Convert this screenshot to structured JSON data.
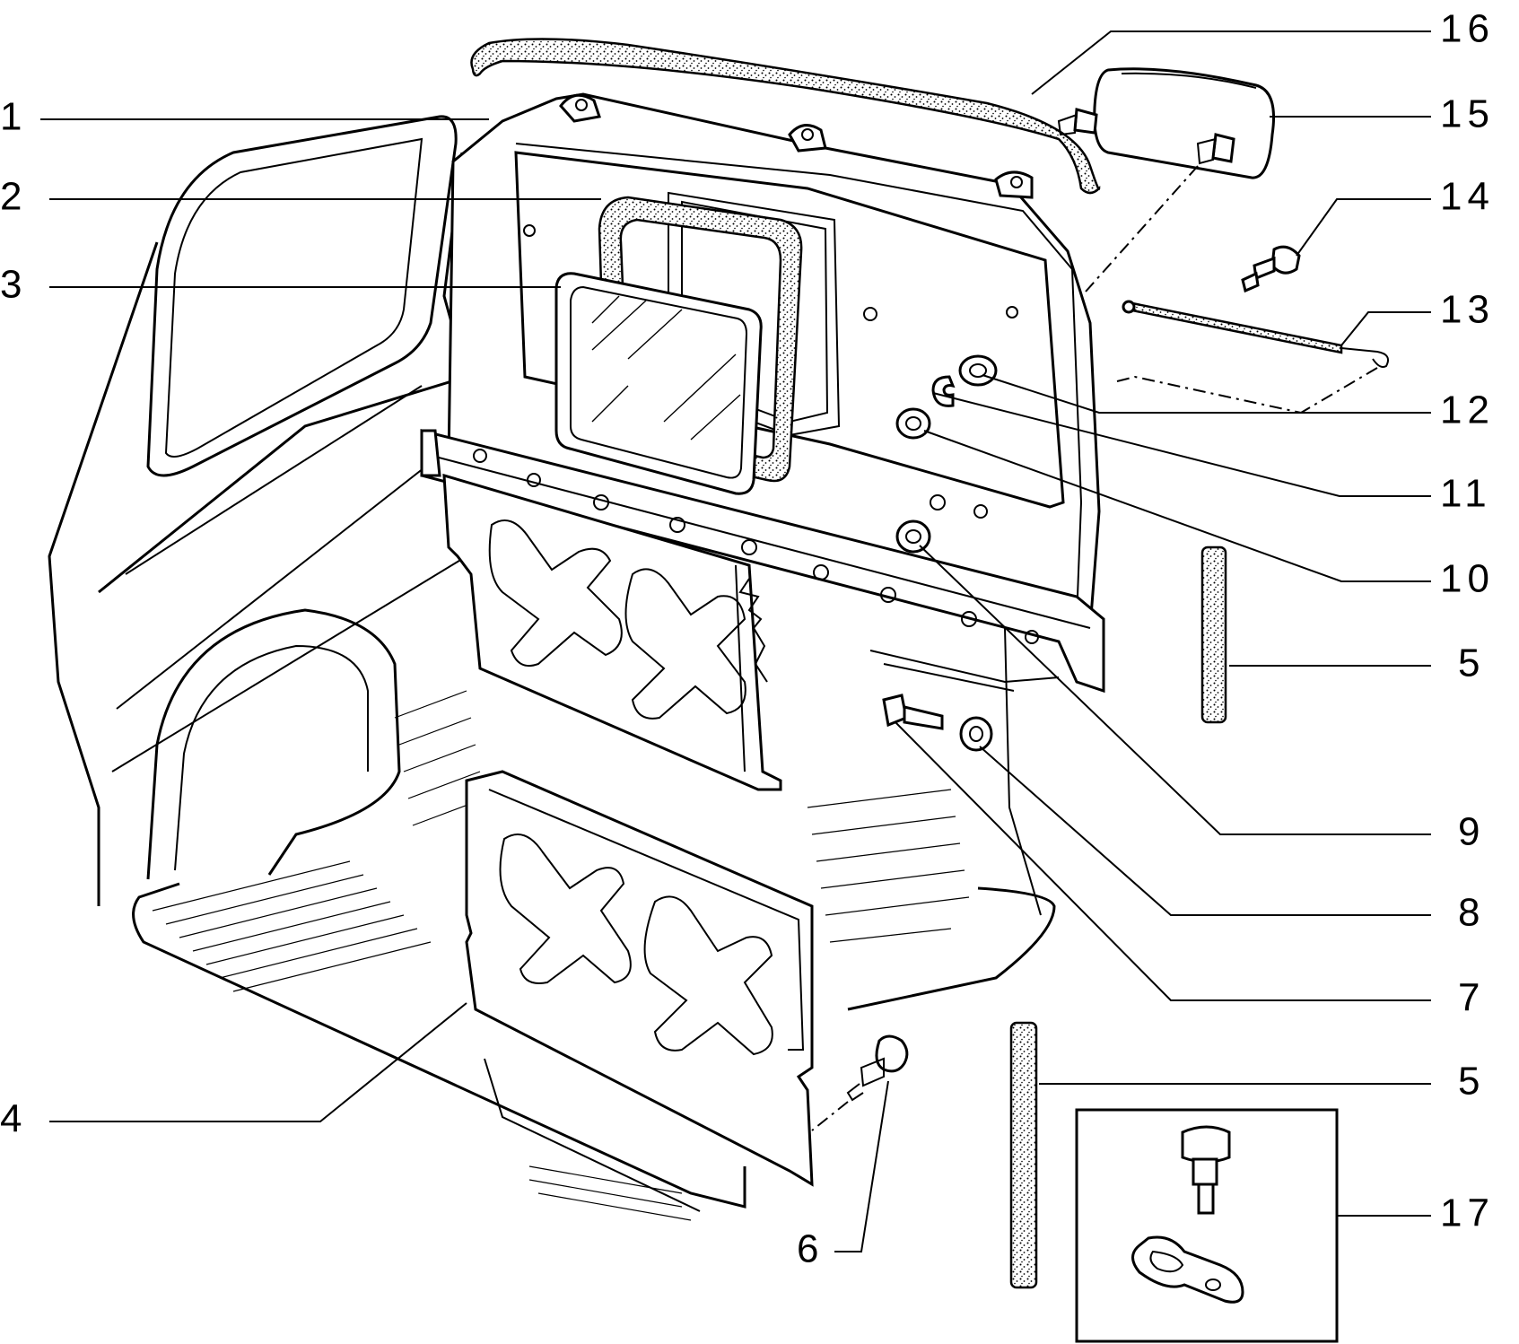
{
  "diagram": {
    "callouts": [
      {
        "id": "c1",
        "label": "1"
      },
      {
        "id": "c2",
        "label": "2"
      },
      {
        "id": "c3",
        "label": "3"
      },
      {
        "id": "c16",
        "label": "16"
      },
      {
        "id": "c15",
        "label": "15"
      },
      {
        "id": "c14",
        "label": "14"
      },
      {
        "id": "c13",
        "label": "13"
      },
      {
        "id": "c12",
        "label": "12"
      },
      {
        "id": "c11",
        "label": "11"
      },
      {
        "id": "c10",
        "label": "10"
      },
      {
        "id": "c5a",
        "label": "5"
      },
      {
        "id": "c9",
        "label": "9"
      },
      {
        "id": "c8",
        "label": "8"
      },
      {
        "id": "c7",
        "label": "7"
      },
      {
        "id": "c5b",
        "label": "5"
      },
      {
        "id": "c17",
        "label": "17"
      },
      {
        "id": "c4",
        "label": "4"
      },
      {
        "id": "c6",
        "label": "6"
      }
    ]
  }
}
